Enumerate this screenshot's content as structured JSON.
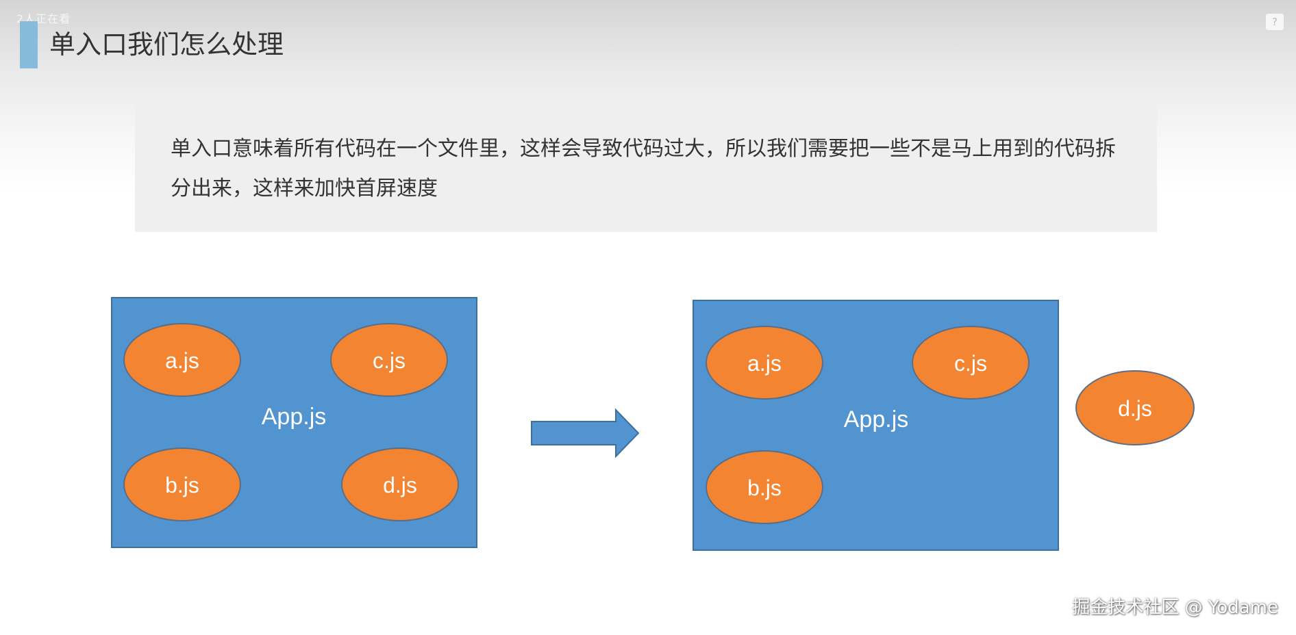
{
  "title": "单入口我们怎么处理",
  "description": "单入口意味着所有代码在一个文件里，这样会导致代码过大，所以我们需要把一些不是马上用到的代码拆分出来，这样来加快首屏速度",
  "overlay": {
    "top_left_text": "2人正在看",
    "help_icon": "question-mark-icon",
    "watermark": "掘金技术社区 @ Yodame"
  },
  "colors": {
    "box_fill": "#5294cf",
    "module_fill": "#f38532",
    "accent_bar": "#85bcdc"
  },
  "diagram": {
    "before": {
      "container_label": "App.js",
      "modules": [
        "a.js",
        "c.js",
        "b.js",
        "d.js"
      ]
    },
    "after": {
      "container_label": "App.js",
      "modules": [
        "a.js",
        "c.js",
        "b.js"
      ],
      "split_module": "d.js"
    }
  }
}
